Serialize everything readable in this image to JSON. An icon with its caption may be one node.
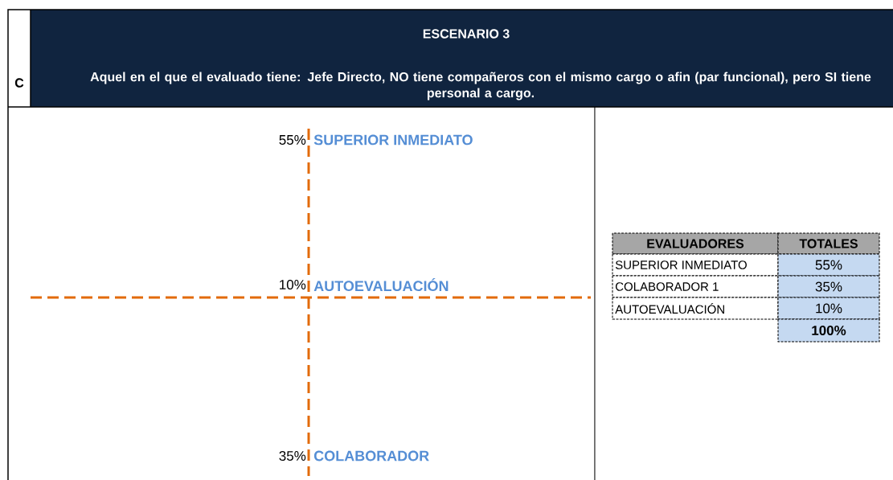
{
  "diagram": {
    "title": "ESCENARIO 3",
    "labels": [
      "C",
      "Aquel en el que el evaluado tiene: Jefe Directo, NO tiene compañeros con el mismo cargo o afin (par funcional), pero SI tiene personal a cargo.",
      "55%",
      "SUPERIOR INMEDIATO",
      "EVALUADORES",
      "TOTALES",
      "SUPERIOR INMEDIATO",
      "55%",
      "10%",
      "AUTOEVALUACIÓN",
      "COLABORADOR 1",
      "35%",
      "AUTOEVALUACIÓN",
      "10%",
      "100%",
      "35%",
      "COLABORADOR"
    ]
  }
}
